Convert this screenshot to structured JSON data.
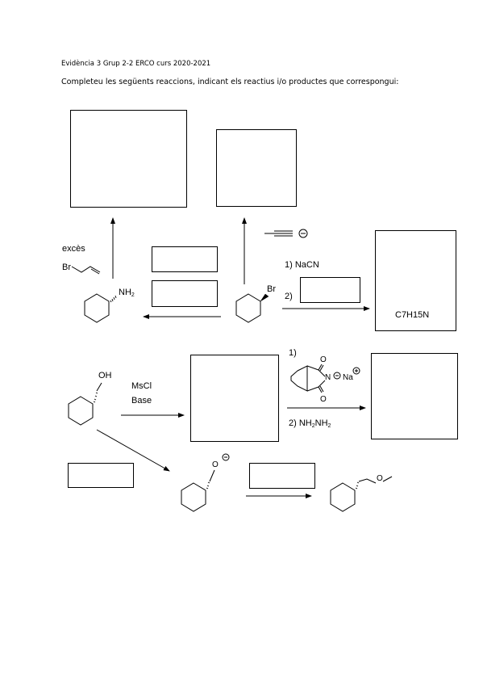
{
  "header": {
    "title": "Evidència 3 Grup 2-2 ERCO curs 2020-2021",
    "instruction": "Completeu les següents reaccions, indicant els reactius i/o productes que correspongui:"
  },
  "reaction1": {
    "reagent_line1": "excès",
    "reagent_br": "Br",
    "amine_label": "NH",
    "amine_sub": "2"
  },
  "reaction2": {
    "bromide_label": "Br",
    "step1": "1)  NaCN",
    "step2": "2)",
    "product_formula": "C7H15N"
  },
  "reaction3": {
    "oh_label": "OH",
    "reagent1": "MsCl",
    "reagent2": "Base",
    "step1": "1)",
    "n_label": "N",
    "na_label": "Na",
    "o_top": "O",
    "o_bottom": "O",
    "step2_prefix": "2)  NH",
    "step2_sub1": "2",
    "step2_mid": "NH",
    "step2_sub2": "2",
    "alkoxide_o": "O",
    "ether_o": "O"
  }
}
